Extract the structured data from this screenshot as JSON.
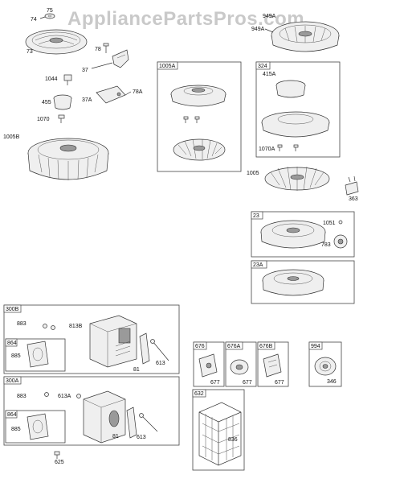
{
  "watermark": "AppliancePartsPros.com",
  "callouts": {
    "c75": "75",
    "c74": "74",
    "c73": "73",
    "c78": "78",
    "c37": "37",
    "c1044": "1044",
    "c37A": "37A",
    "c78A": "78A",
    "c455": "455",
    "c1070": "1070",
    "c1005B": "1005B",
    "c949A_top": "949A",
    "c949A": "949A",
    "c1005A": "1005A",
    "c324": "324",
    "c415A": "415A",
    "c1070A": "1070A",
    "c1005": "1005",
    "c363": "363",
    "c23": "23",
    "c1051": "1051",
    "c783": "783",
    "c23A": "23A",
    "c300B": "300B",
    "c883_b": "883",
    "c813B": "813B",
    "c864_b": "864",
    "c885_b": "885",
    "c81_b": "81",
    "c613_b": "613",
    "c300A": "300A",
    "c883_a": "883",
    "c613A": "613A",
    "c864_a": "864",
    "c885_a": "885",
    "c81_a": "81",
    "c613_a": "613",
    "c625": "625",
    "c676": "676",
    "c677_1": "677",
    "c676A": "676A",
    "c677_2": "677",
    "c676B": "676B",
    "c677_3": "677",
    "c994": "994",
    "c346": "346",
    "c632": "632",
    "c836": "836"
  }
}
